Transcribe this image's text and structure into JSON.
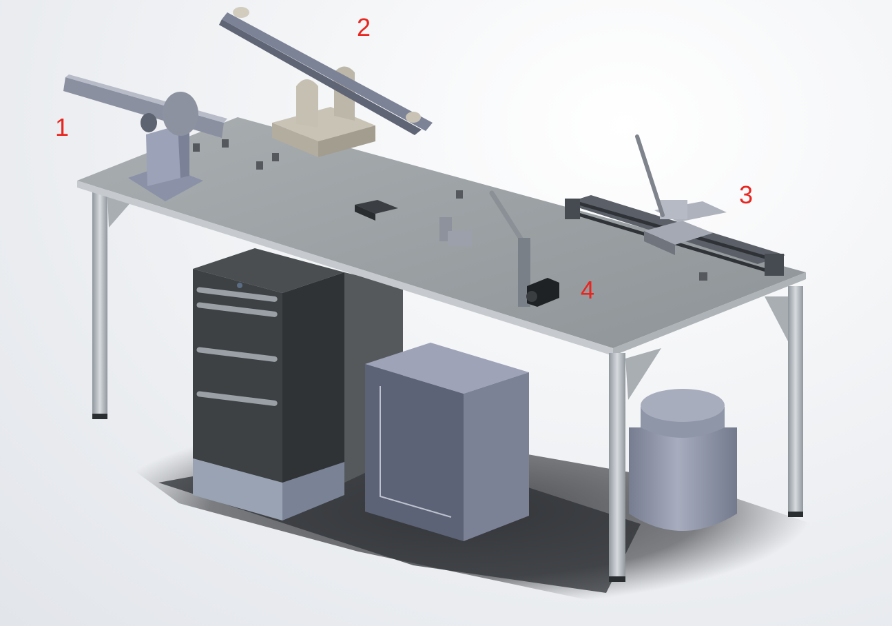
{
  "callouts": [
    {
      "id": "1",
      "text": "1"
    },
    {
      "id": "2",
      "text": "2"
    },
    {
      "id": "3",
      "text": "3"
    },
    {
      "id": "4",
      "text": "4"
    }
  ],
  "colors": {
    "callout": "#e8251f",
    "tabletop": "#9da3a6",
    "frame": "#b9bec4",
    "cabinet": "#3c4042",
    "box": "#6d7488",
    "drum": "#8d93a5"
  }
}
